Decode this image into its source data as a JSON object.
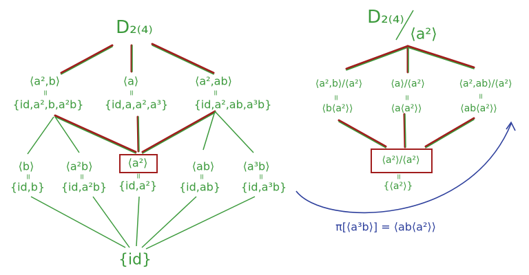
{
  "left": {
    "title": "D₂₍₄₎",
    "level1": [
      {
        "gen": "⟨a²,b⟩",
        "set": "{id,a²,b,a²b}"
      },
      {
        "gen": "⟨a⟩",
        "set": "{id,a,a²,a³}"
      },
      {
        "gen": "⟨a²,ab⟩",
        "set": "{id,a²,ab,a³b}"
      }
    ],
    "level2": [
      {
        "gen": "⟨b⟩",
        "set": "{id,b}"
      },
      {
        "gen": "⟨a²b⟩",
        "set": "{id,a²b}"
      },
      {
        "gen": "⟨a²⟩",
        "set": "{id,a²}"
      },
      {
        "gen": "⟨ab⟩",
        "set": "{id,ab}"
      },
      {
        "gen": "⟨a³b⟩",
        "set": "{id,a³b}"
      }
    ],
    "bottom": "{id}"
  },
  "right": {
    "title_group": "D₂₍₄₎",
    "title_sub": "⟨a²⟩",
    "level1": [
      {
        "quot": "⟨a²,b⟩/⟨a²⟩",
        "coset": "⟨b⟨a²⟩⟩"
      },
      {
        "quot": "⟨a⟩/⟨a²⟩",
        "coset": "⟨a⟨a²⟩⟩"
      },
      {
        "quot": "⟨a²,ab⟩/⟨a²⟩",
        "coset": "⟨ab⟨a²⟩⟩"
      }
    ],
    "bottom": {
      "quot": "⟨a²⟩/⟨a²⟩",
      "coset": "{⟨a²⟩}"
    }
  },
  "map_label": "π[⟨a³b⟩] = ⟨ab⟨a²⟩⟩",
  "eq_sign": "॥",
  "colors": {
    "green": "#3c9a3c",
    "red": "#a11d1d",
    "blue": "#2d3f9c"
  }
}
